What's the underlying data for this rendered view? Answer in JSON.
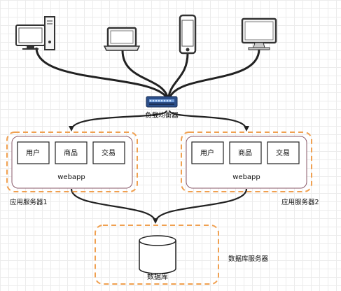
{
  "load_balancer": {
    "label": "负载均衡器"
  },
  "clients": [
    {
      "icon": "desktop-computer-icon"
    },
    {
      "icon": "laptop-icon"
    },
    {
      "icon": "smartphone-icon"
    },
    {
      "icon": "monitor-icon"
    }
  ],
  "servers": [
    {
      "name": "应用服务器1",
      "modules": [
        "用户",
        "商品",
        "交易"
      ],
      "app": "webapp"
    },
    {
      "name": "应用服务器2",
      "modules": [
        "用户",
        "商品",
        "交易"
      ],
      "app": "webapp"
    }
  ],
  "database": {
    "server_label": "数据库服务器",
    "label": "数据库"
  },
  "colors": {
    "dashed_border": "#f0a050",
    "inner_border": "#8a5a6a",
    "line": "#222222"
  }
}
